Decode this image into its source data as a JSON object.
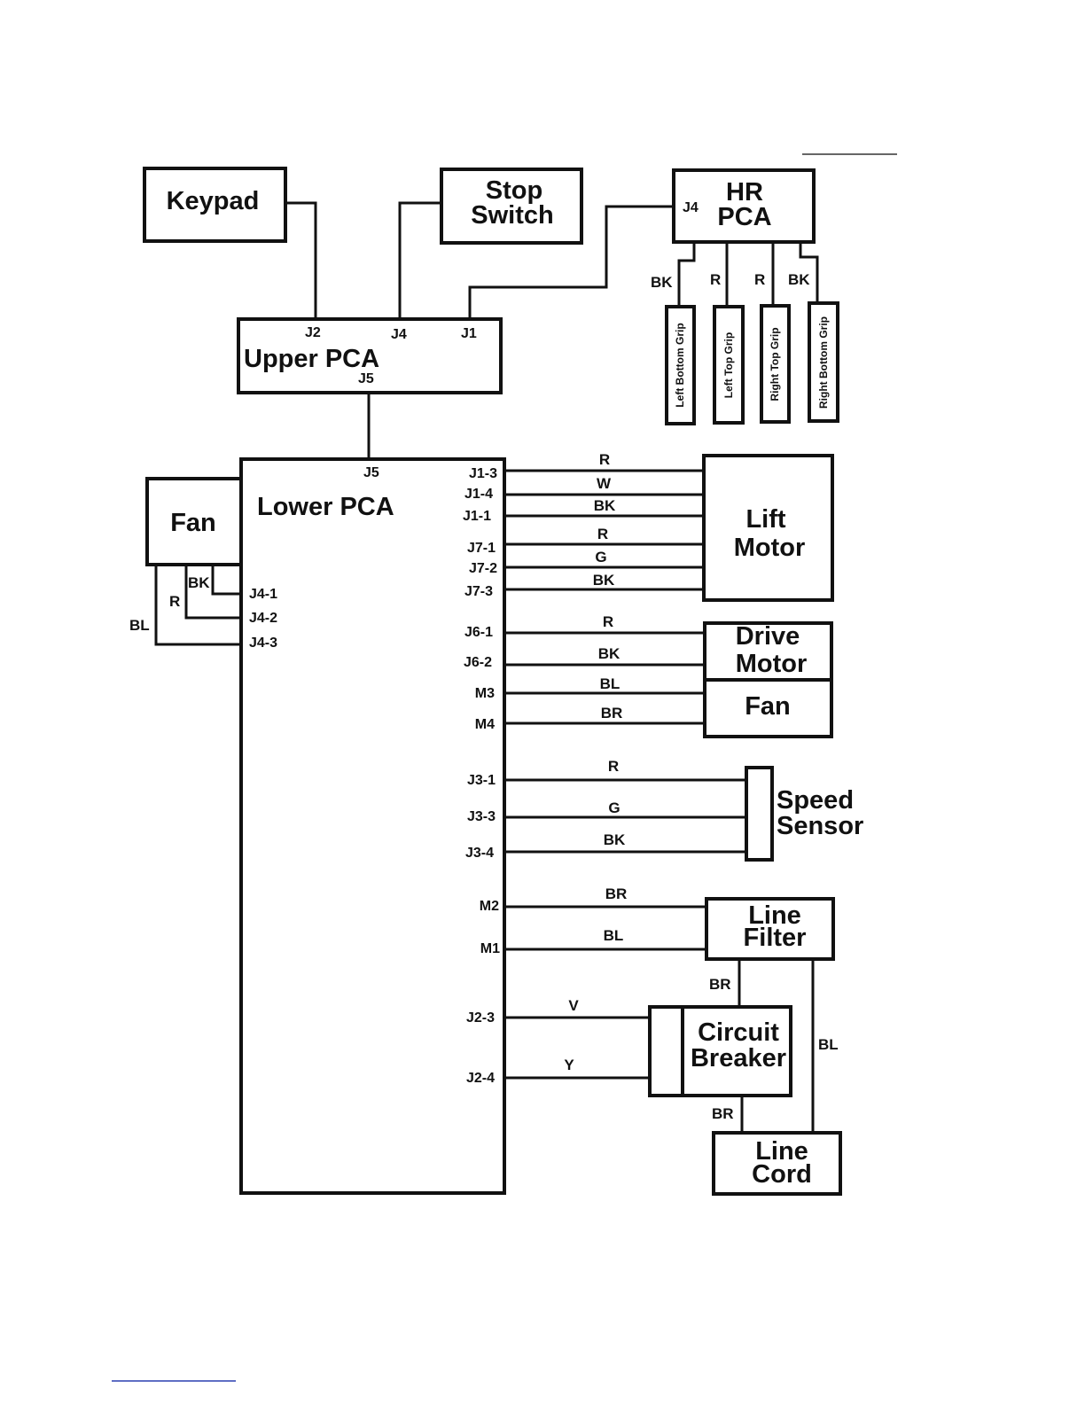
{
  "components": {
    "keypad": "Keypad",
    "stop_switch": [
      "Stop",
      "Switch"
    ],
    "hr_pca": [
      "HR",
      "PCA"
    ],
    "upper_pca": "Upper PCA",
    "lower_pca": "Lower PCA",
    "fan_left": "Fan",
    "lift_motor": [
      "Lift",
      "Motor"
    ],
    "drive_motor": [
      "Drive",
      "Motor"
    ],
    "drive_fan": "Fan",
    "speed_sensor": [
      "Speed",
      "Sensor"
    ],
    "line_filter": [
      "Line",
      "Filter"
    ],
    "circuit_breaker": [
      "Circuit",
      "Breaker"
    ],
    "line_cord": [
      "Line",
      "Cord"
    ]
  },
  "grips": [
    "Left Bottom Grip",
    "Left Top Grip",
    "Right Top Grip",
    "Right Bottom Grip"
  ],
  "grip_wires": [
    "BK",
    "R",
    "R",
    "BK"
  ],
  "upper_pins": {
    "j2": "J2",
    "j4": "J4",
    "j1": "J1",
    "j5": "J5"
  },
  "hr_pin": "J4",
  "lower_pins": {
    "j5": "J5",
    "right": [
      "J1-3",
      "J1-4",
      "J1-1",
      "J7-1",
      "J7-2",
      "J7-3",
      "J6-1",
      "J6-2",
      "M3",
      "M4",
      "J3-1",
      "J3-3",
      "J3-4",
      "M2",
      "M1",
      "J2-3",
      "J2-4"
    ],
    "fan": [
      "J4-1",
      "J4-2",
      "J4-3"
    ]
  },
  "wire_colors": {
    "lift": [
      "R",
      "W",
      "BK",
      "R",
      "G",
      "BK"
    ],
    "drive": [
      "R",
      "BK",
      "BL",
      "BR"
    ],
    "speed": [
      "R",
      "G",
      "BK"
    ],
    "filter": [
      "BR",
      "BL"
    ],
    "breaker": [
      "V",
      "Y"
    ],
    "fan": [
      "BK",
      "R",
      "BL"
    ],
    "power": {
      "filter_breaker": "BR",
      "filter_cord": "BL",
      "breaker_cord": "BR"
    }
  }
}
